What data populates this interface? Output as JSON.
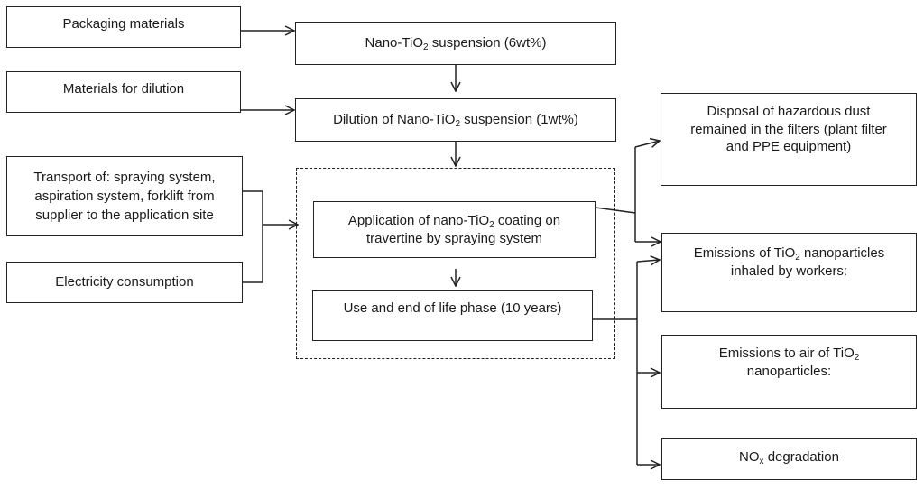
{
  "inputs": {
    "packaging": "Packaging materials",
    "dilution_materials": "Materials for dilution",
    "transport": "Transport of: spraying system, aspiration system, forklift from supplier to the application site",
    "electricity": "Electricity consumption"
  },
  "process": {
    "suspension": {
      "pre": "Nano-TiO",
      "sub": "2",
      "post": " suspension (6wt%)"
    },
    "dilution": {
      "pre": "Dilution of Nano-TiO",
      "sub": "2",
      "post": " suspension (1wt%)"
    },
    "application": {
      "pre": "Application of nano-TiO",
      "sub": "2",
      "post": " coating on travertine by spraying system"
    },
    "use": "Use and end of life phase (10 years)"
  },
  "outputs": {
    "dust": "Disposal of hazardous dust remained in the filters (plant filter and PPE equipment)",
    "workers": {
      "pre": "Emissions of TiO",
      "sub": "2",
      "post": " nanoparticles inhaled by workers:"
    },
    "air": {
      "pre": "Emissions to air of TiO",
      "sub": "2",
      "post": " nanoparticles:"
    },
    "nox": {
      "pre": "NO",
      "sub": "x",
      "post": " degradation"
    }
  },
  "colors": {
    "line": "#222222",
    "background": "#ffffff"
  }
}
